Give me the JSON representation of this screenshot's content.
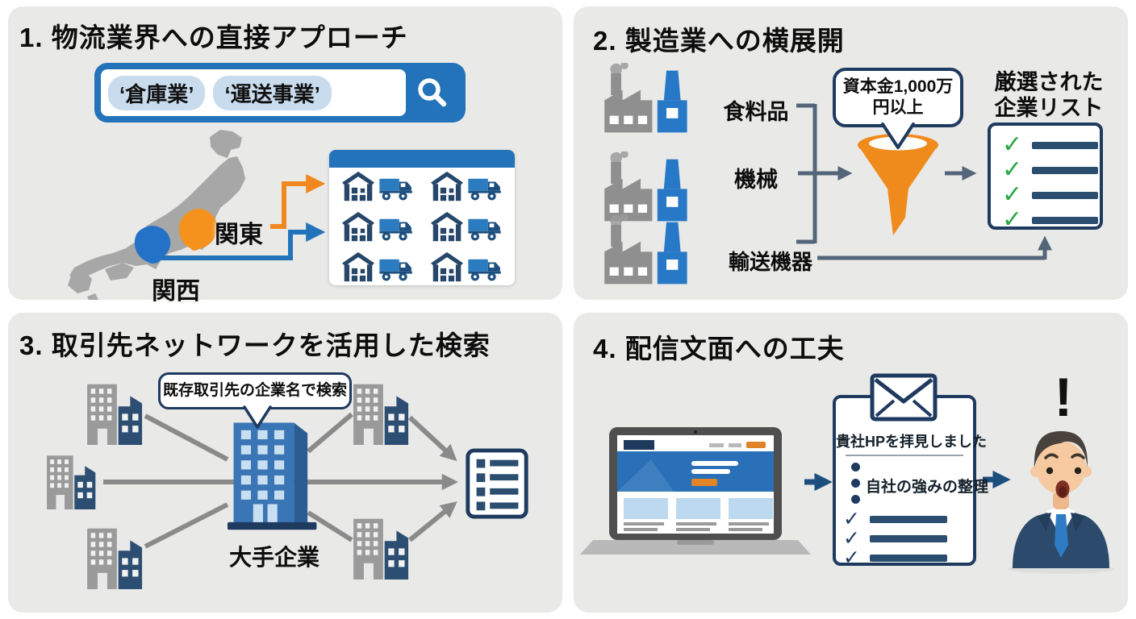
{
  "panel1": {
    "title": "1. 物流業界への直接アプローチ",
    "search_chip_1": "‘倉庫業’",
    "search_chip_2": "‘運送事業’",
    "label_kanto": "関東",
    "label_kansai": "関西"
  },
  "panel2": {
    "title": "2. 製造業への横展開",
    "factory_labels": [
      "食料品",
      "機械",
      "輸送機器"
    ],
    "funnel_bubble_line1": "資本金1,000万",
    "funnel_bubble_line2": "円以上",
    "result_title_line1": "厳選された",
    "result_title_line2": "企業リスト"
  },
  "panel3": {
    "title": "3. 取引先ネットワークを活用した検索",
    "bubble": "既存取引先の企業名で検索",
    "hub_label": "大手企業"
  },
  "panel4": {
    "title": "4. 配信文面への工夫",
    "doc_heading": "貴社HPを拝見しました",
    "doc_point": "自社の強みの整理",
    "exclamation": "!"
  },
  "colors": {
    "panel_bg": "#e9e9e7",
    "brand_blue": "#2273b9",
    "navy": "#1e3a5f",
    "orange": "#ef8a1c",
    "steel_arrow": "#54657a",
    "gray_arrow": "#8a8a8a",
    "check_green": "#27a844",
    "bar_navy": "#2b4d70",
    "map_gray": "#a7a7a7",
    "kanto_orange": "#f5921e",
    "kansai_blue": "#2472c8"
  }
}
